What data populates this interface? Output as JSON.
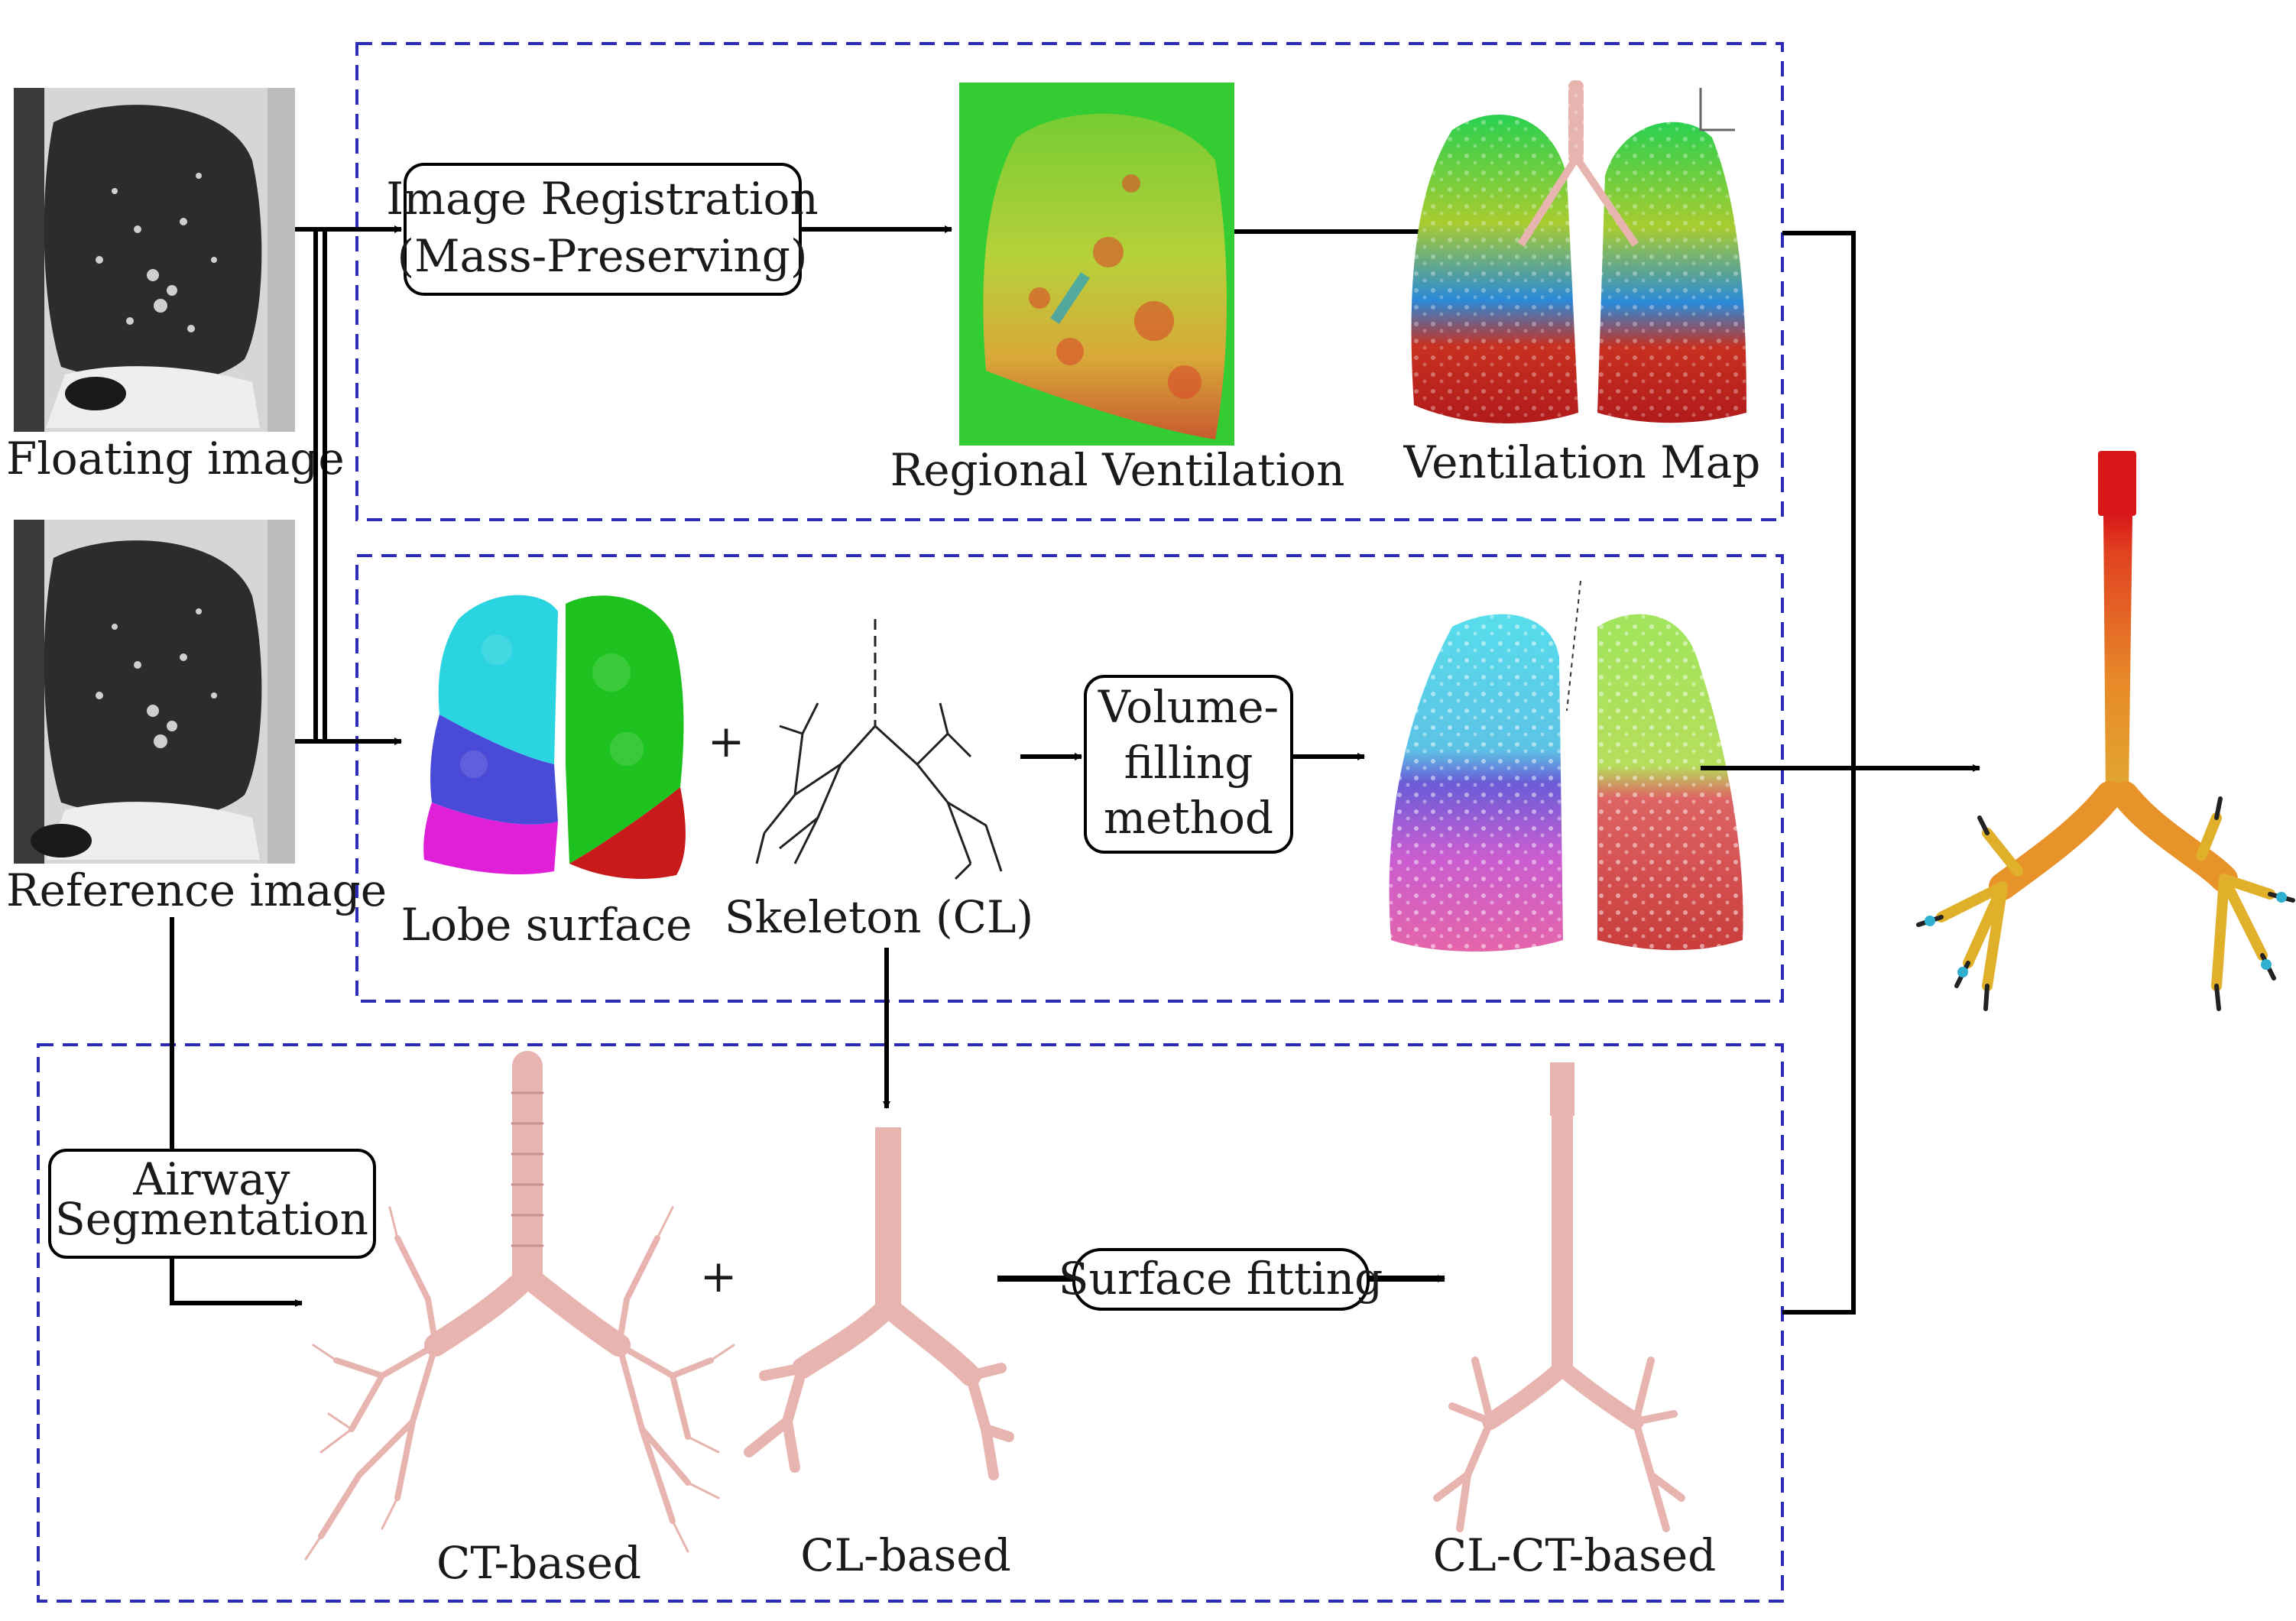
{
  "labels": {
    "floating_image": "Floating image",
    "reference_image": "Reference image",
    "regional_ventilation": "Regional Ventilation",
    "ventilation_map": "Ventilation Map",
    "lobe_surface": "Lobe surface",
    "skeleton": "Skeleton (CL)",
    "ct_based": "CT-based",
    "cl_based": "CL-based",
    "cl_ct_based": "CL-CT-based",
    "plus": "+"
  },
  "boxes": {
    "image_registration": [
      "Image Registration",
      "(Mass-Preserving)"
    ],
    "volume_filling": [
      "Volume-",
      "filling",
      "method"
    ],
    "airway_segmentation": [
      "Airway",
      "Segmentation"
    ],
    "surface_fitting": "Surface fitting"
  },
  "colors": {
    "dashed_frame": "#2b2bb5",
    "arrow": "#000000",
    "lobe_cyan": "#2ad4e0",
    "lobe_blue": "#4a4ad8",
    "lobe_magenta": "#e020d8",
    "lobe_green": "#1ec21e",
    "lobe_red": "#c81a1a",
    "airway_pink": "#e8b4b0",
    "airway_orange": "#e88a2a",
    "airway_red": "#d81818",
    "vent_green": "#33cc33"
  }
}
